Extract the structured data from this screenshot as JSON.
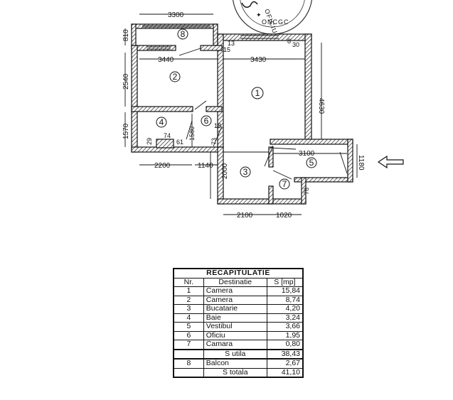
{
  "stamp": {
    "text_top": "OFICIUL",
    "text_bottom": "ONCGC"
  },
  "rooms": [
    {
      "nr": "1"
    },
    {
      "nr": "2"
    },
    {
      "nr": "3"
    },
    {
      "nr": "4"
    },
    {
      "nr": "5"
    },
    {
      "nr": "6"
    },
    {
      "nr": "7"
    },
    {
      "nr": "8"
    }
  ],
  "dimensions": {
    "d3300": "3300",
    "d810": "810",
    "d3440": "3440",
    "d3430": "3430",
    "d13": "13",
    "d15": "15",
    "d8": "8",
    "d30": "30",
    "d2540": "2540",
    "d4630": "4630",
    "d1570": "1570",
    "d1580": "1580",
    "d18": "18",
    "d73": "73",
    "d74": "74",
    "d29": "29",
    "d61": "61",
    "d2200": "2200",
    "d1140": "1140",
    "d2000": "2000",
    "d3100": "3100",
    "d1180": "1180",
    "d78": "78",
    "d2100": "2100",
    "d1020": "1020"
  },
  "recap": {
    "title": "RECAPITULATIE",
    "headers": {
      "nr": "Nr.",
      "destinatie": "Destinatie",
      "s": "S [mp]"
    },
    "rows": [
      {
        "nr": "1",
        "dest": "Camera",
        "s": "15,84"
      },
      {
        "nr": "2",
        "dest": "Camera",
        "s": "8,74"
      },
      {
        "nr": "3",
        "dest": "Bucatarie",
        "s": "4,20"
      },
      {
        "nr": "4",
        "dest": "Baie",
        "s": "3,24"
      },
      {
        "nr": "5",
        "dest": "Vestibul",
        "s": "3,66"
      },
      {
        "nr": "6",
        "dest": "Oficiu",
        "s": "1,95"
      },
      {
        "nr": "7",
        "dest": "Camara",
        "s": "0,80"
      }
    ],
    "s_utila_label": "S utila",
    "s_utila": "38,43",
    "balcon": {
      "nr": "8",
      "dest": "Balcon",
      "s": "2,67"
    },
    "s_totala_label": "S totala",
    "s_totala": "41,10"
  }
}
